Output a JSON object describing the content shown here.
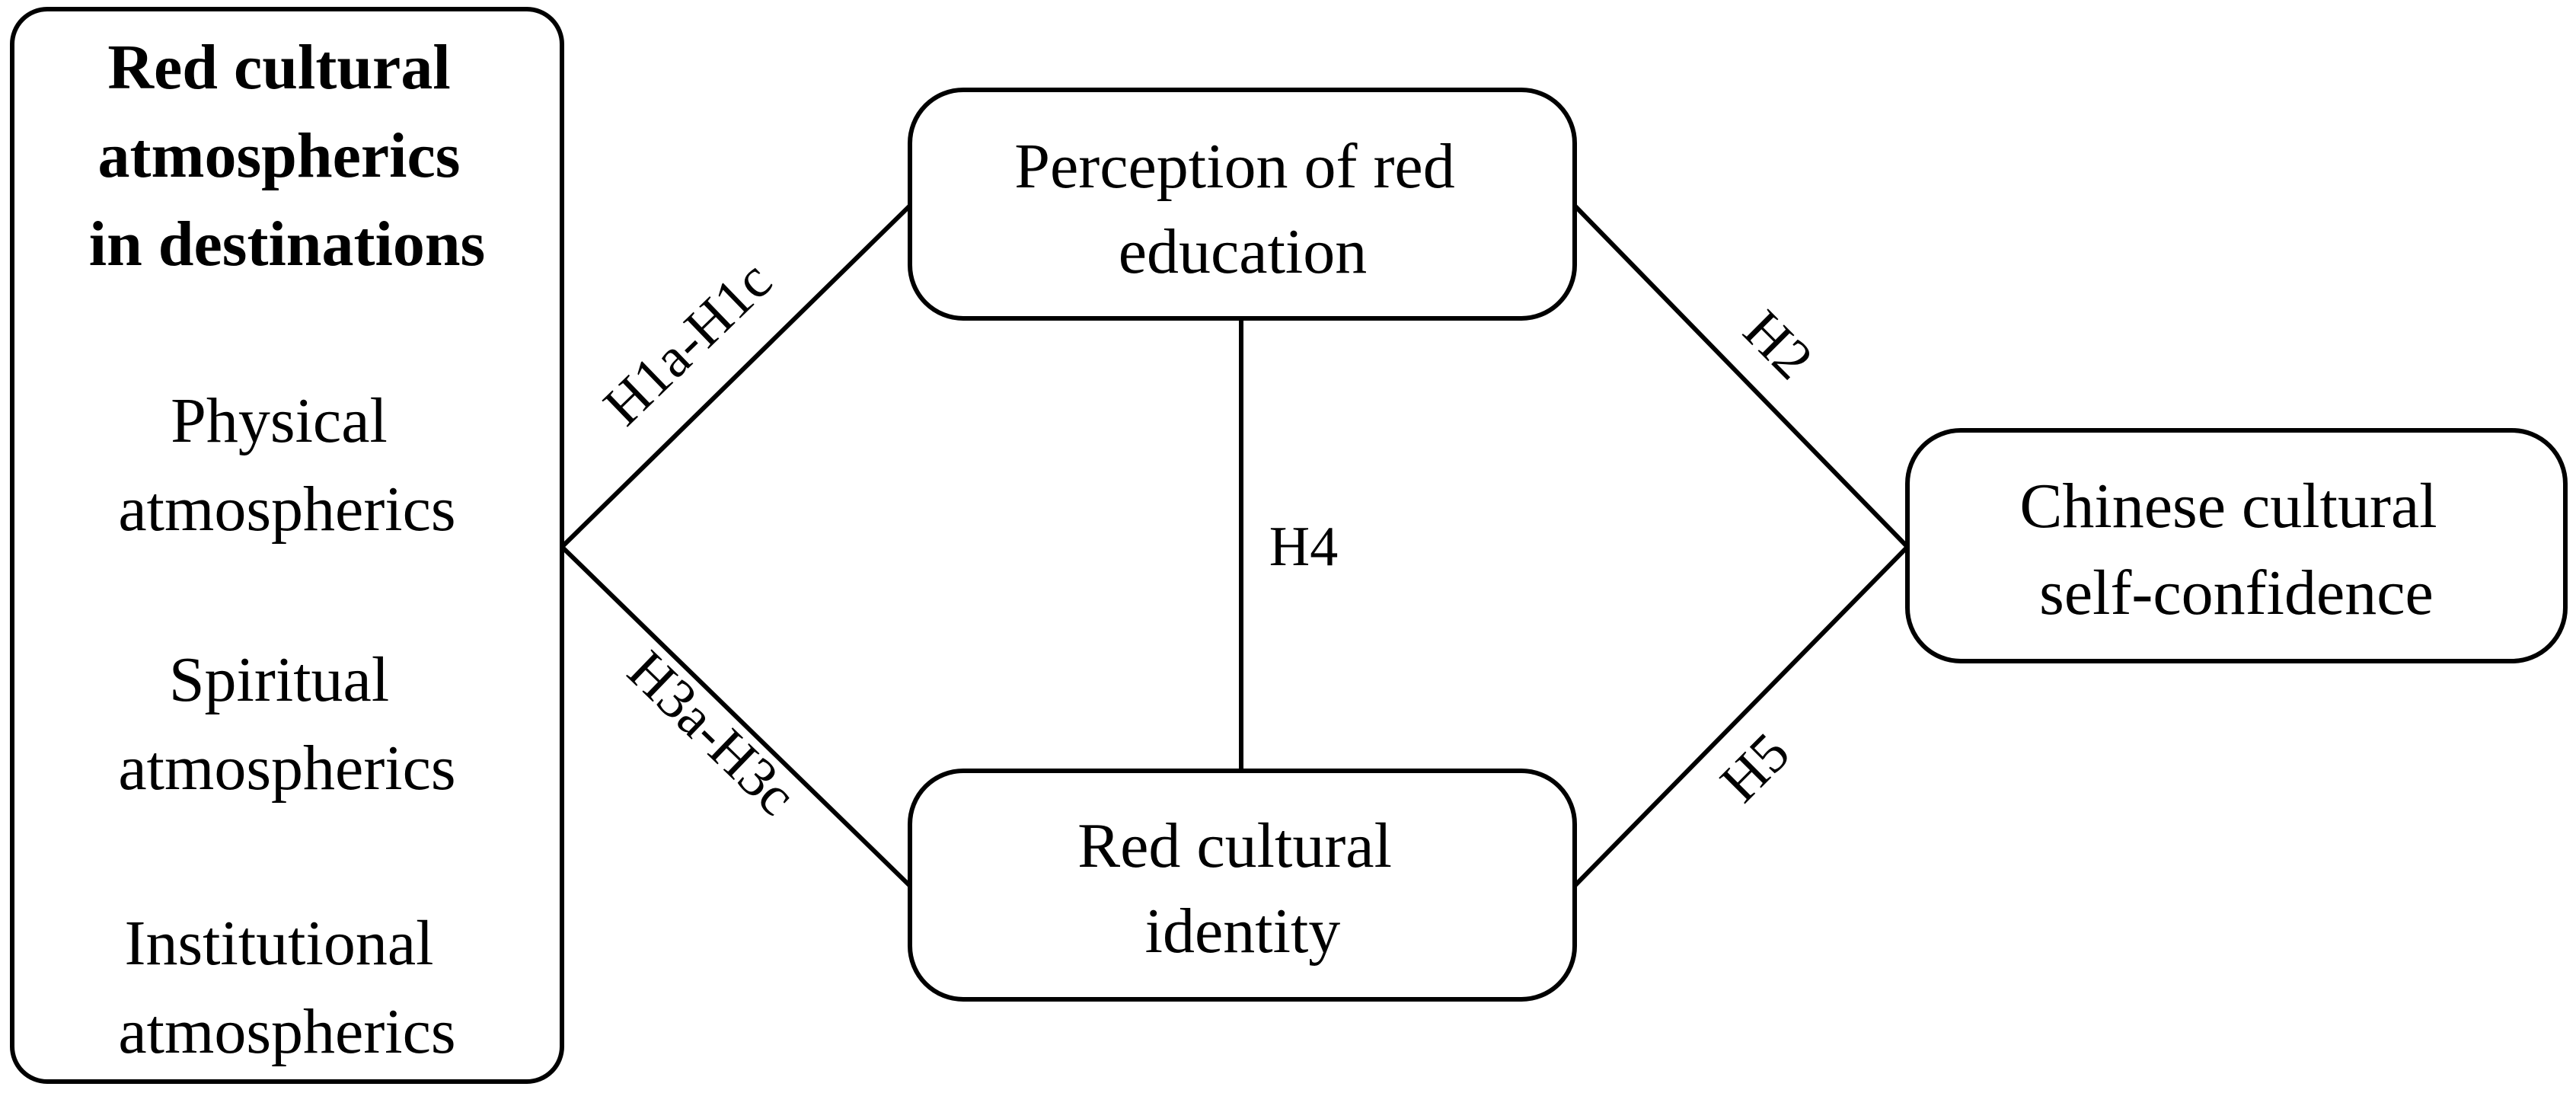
{
  "nodes": {
    "antecedent": {
      "title_lines": [
        "Red cultural",
        "atmospherics",
        "in destinations"
      ],
      "items": [
        [
          "Physical",
          "atmospherics"
        ],
        [
          "Spiritual",
          "atmospherics"
        ],
        [
          "Institutional",
          "atmospherics"
        ]
      ]
    },
    "perception": {
      "lines": [
        "Perception of red",
        "education"
      ]
    },
    "identity": {
      "lines": [
        "Red cultural",
        "identity"
      ]
    },
    "confidence": {
      "lines": [
        "Chinese cultural",
        "self-confidence"
      ]
    }
  },
  "edges": {
    "h1": "H1a-H1c",
    "h2": "H2",
    "h3": "H3a-H3c",
    "h4": "H4",
    "h5": "H5"
  }
}
